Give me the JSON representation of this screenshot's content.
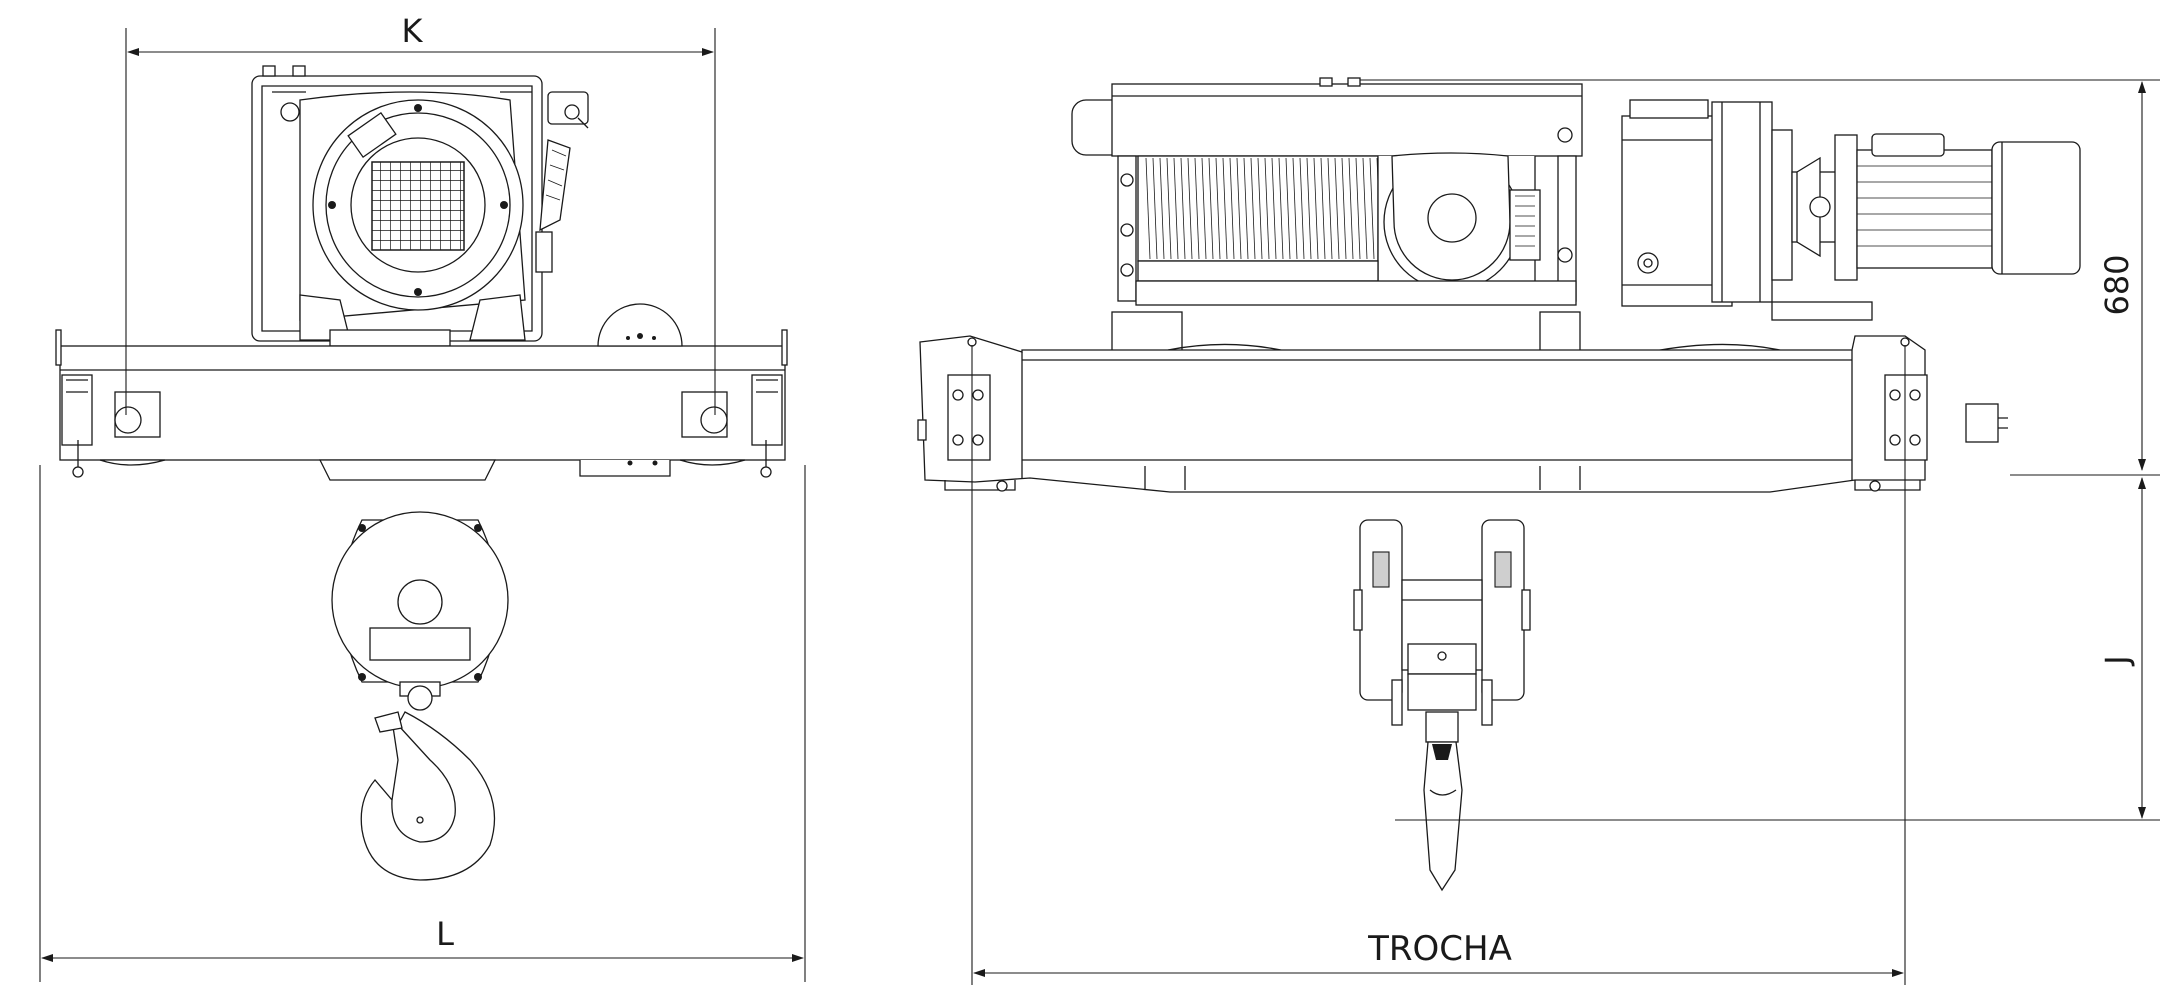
{
  "drawing": {
    "dimension_labels": {
      "k": "K",
      "l": "L",
      "trocha": "TROCHA",
      "j": "J",
      "height_value": "680"
    },
    "views": {
      "left": "end-view",
      "right": "side-view"
    },
    "line_color": "#1a1a1a",
    "background": "#ffffff"
  }
}
